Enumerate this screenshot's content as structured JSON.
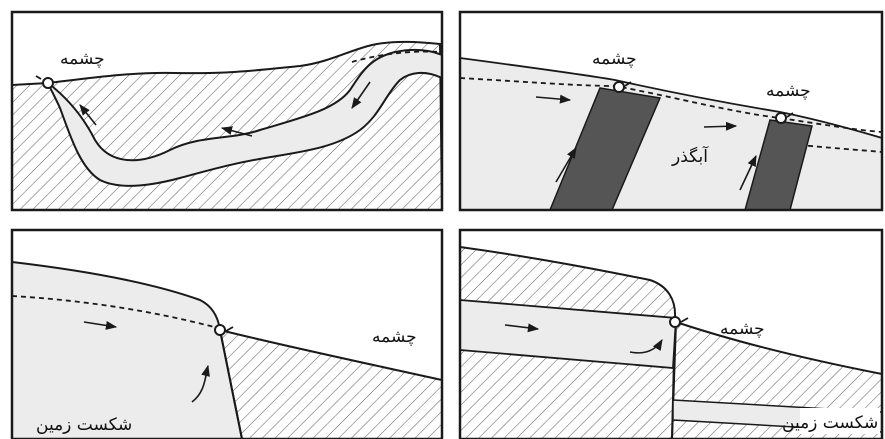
{
  "panels": [
    {
      "id": "top-left",
      "labels": {
        "spring": "چشمه"
      }
    },
    {
      "id": "top-right",
      "labels": {
        "spring_a": "چشمه",
        "spring_b": "چشمه",
        "aquifer": "آبگذر"
      }
    },
    {
      "id": "bottom-left",
      "labels": {
        "spring": "چشمه",
        "fault": "شکست زمین"
      }
    },
    {
      "id": "bottom-right",
      "labels": {
        "spring": "چشمه",
        "fault": "شکست زمین"
      }
    }
  ],
  "colors": {
    "aquifer_fill": "#ececec",
    "dark_layer": "#555555",
    "hatch": "#666666",
    "line": "#1a1a1a"
  }
}
